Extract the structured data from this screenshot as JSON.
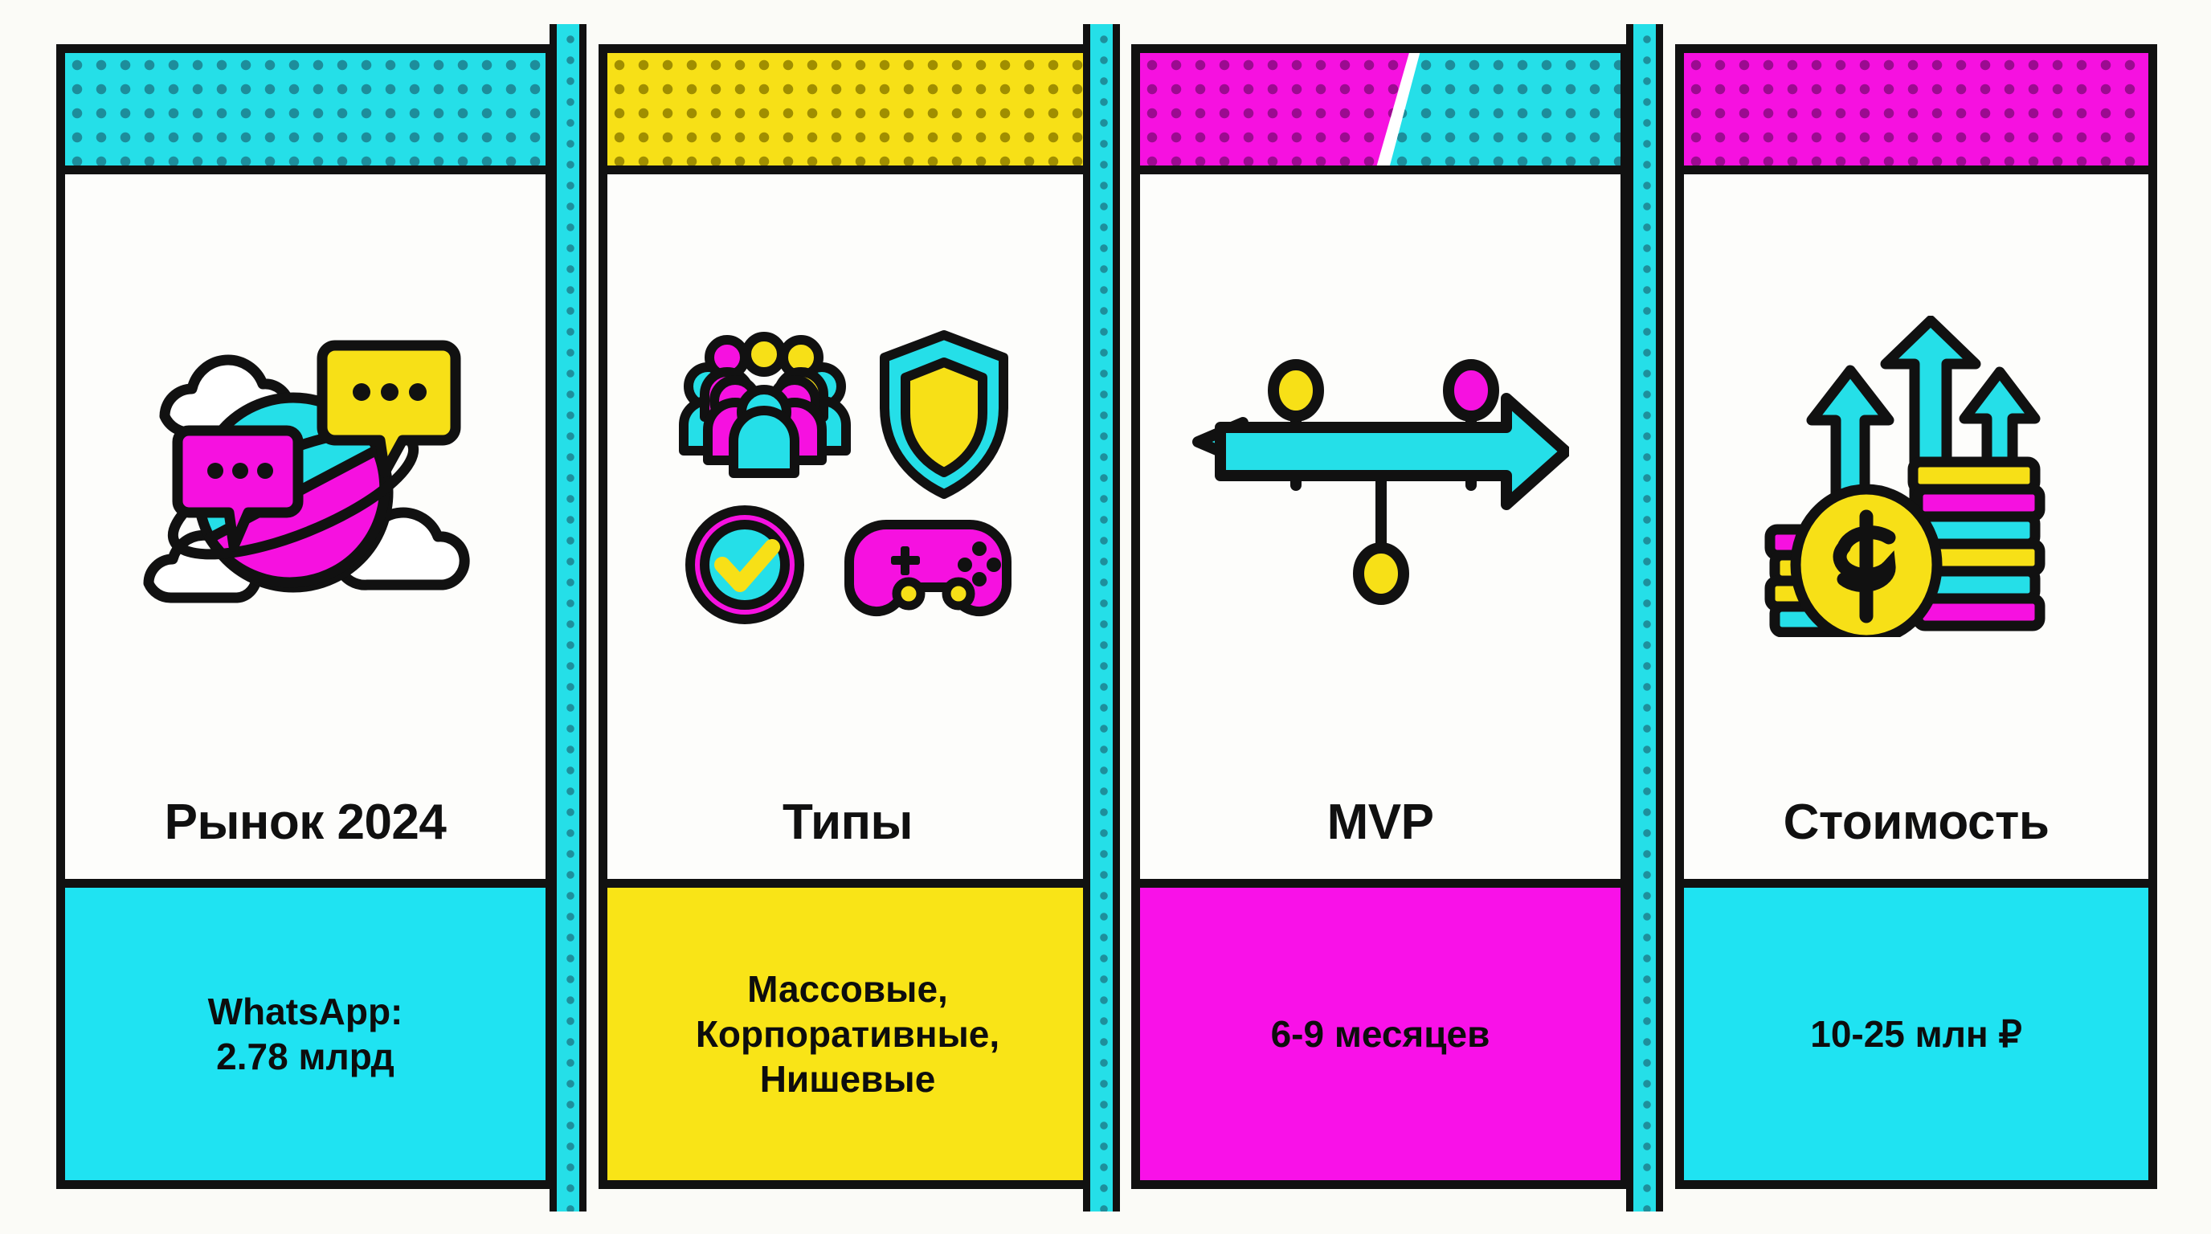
{
  "palette": {
    "cyan": "#25dfe8",
    "yellow": "#f7e017",
    "magenta": "#f611e0",
    "ink": "#111111",
    "paper": "#fbfbf7"
  },
  "panels": [
    {
      "id": "market",
      "band": "cyan-halftone",
      "icon": "globe-chat-cloud-icon",
      "title": "Рынок 2024",
      "footer_color": "cyan",
      "footer_lines": [
        "WhatsApp:",
        "2.78 млрд"
      ]
    },
    {
      "id": "types",
      "band": "yellow-halftone",
      "icon": "people-shield-check-gamepad-icon",
      "title": "Типы",
      "footer_color": "yellow",
      "footer_lines": [
        "Массовые,",
        "Корпоративные,",
        "Нишевые"
      ]
    },
    {
      "id": "mvp",
      "band": "magenta-cyan-split-halftone",
      "icon": "timeline-arrow-milestones-icon",
      "title": "MVP",
      "footer_color": "magenta",
      "footer_lines": [
        "6-9 месяцев"
      ]
    },
    {
      "id": "cost",
      "band": "magenta-halftone",
      "icon": "coins-growth-arrows-icon",
      "title": "Стоимость",
      "footer_color": "cyan",
      "footer_lines": [
        "10-25 млн ₽"
      ]
    }
  ]
}
